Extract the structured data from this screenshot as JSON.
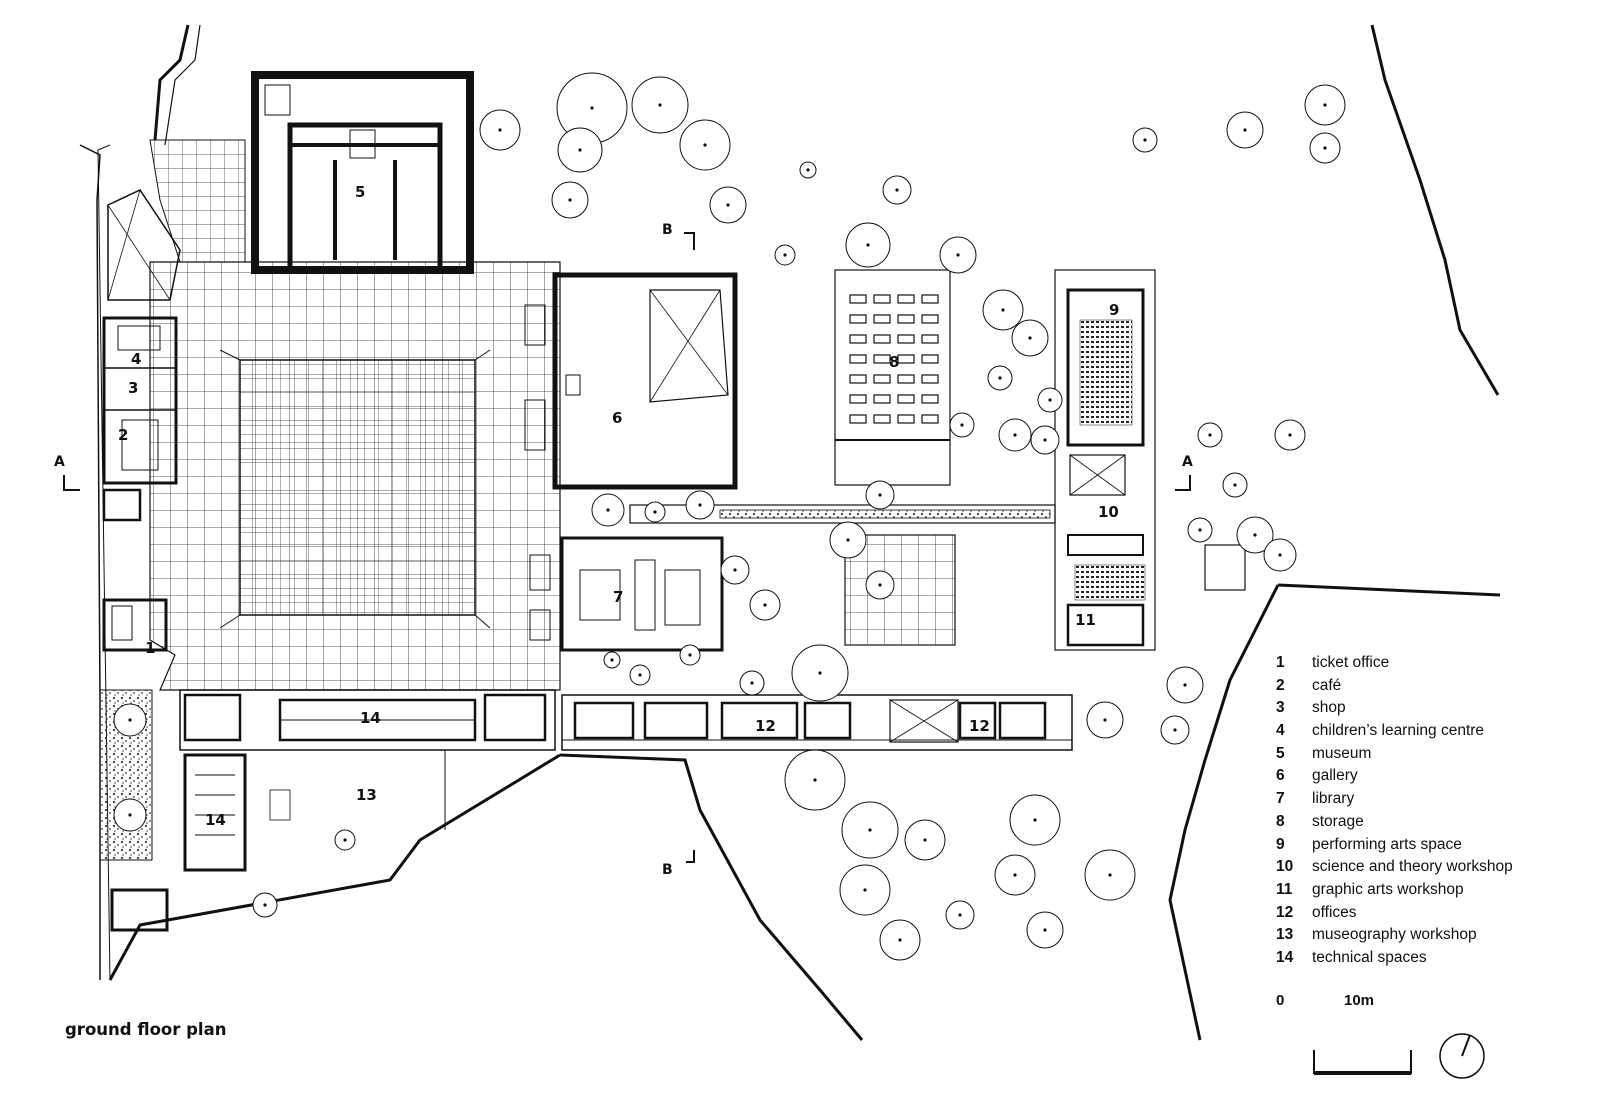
{
  "title": "ground floor plan",
  "scale": {
    "zero": "0",
    "ten": "10m"
  },
  "section_markers": {
    "a": "A",
    "b": "B"
  },
  "legend": [
    {
      "num": "1",
      "label": "ticket office"
    },
    {
      "num": "2",
      "label": "café"
    },
    {
      "num": "3",
      "label": "shop"
    },
    {
      "num": "4",
      "label": "children’s learning centre"
    },
    {
      "num": "5",
      "label": "museum"
    },
    {
      "num": "6",
      "label": "gallery"
    },
    {
      "num": "7",
      "label": "library"
    },
    {
      "num": "8",
      "label": "storage"
    },
    {
      "num": "9",
      "label": "performing arts space"
    },
    {
      "num": "10",
      "label": "science and theory workshop"
    },
    {
      "num": "11",
      "label": "graphic arts workshop"
    },
    {
      "num": "12",
      "label": "offices"
    },
    {
      "num": "13",
      "label": "museography workshop"
    },
    {
      "num": "14",
      "label": "technical spaces"
    }
  ],
  "room_labels": {
    "ticket_office": "1",
    "cafe": "2",
    "shop": "3",
    "childrens_centre": "4",
    "museum": "5",
    "gallery": "6",
    "library": "7",
    "storage": "8",
    "performing_arts": "9",
    "science_workshop": "10",
    "graphic_arts": "11",
    "offices": "12",
    "museography": "13",
    "technical": "14"
  },
  "colors": {
    "ink": "#111111",
    "paper": "#ffffff",
    "hatch": "#555555"
  }
}
